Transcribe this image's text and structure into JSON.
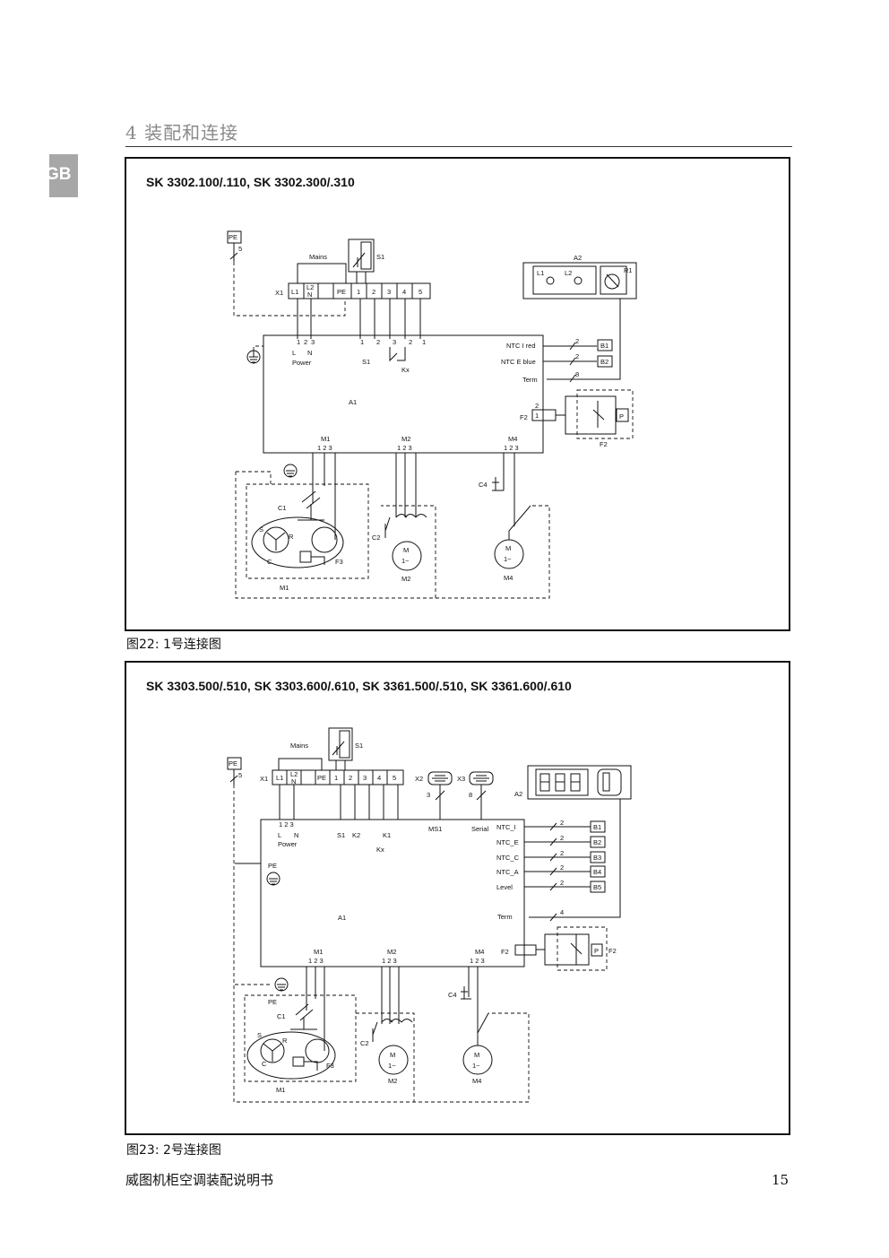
{
  "page": {
    "section_heading": "4   装配和连接",
    "language_tab": "GB",
    "footer_text": "威图机柜空调装配说明书",
    "page_number": "15"
  },
  "figure1": {
    "title": "SK 3302.100/.110, SK 3302.300/.310",
    "caption": "图22: 1号连接图",
    "labels": {
      "pe": "PE",
      "pe_num": "5",
      "mains": "Mains",
      "s1_top": "S1",
      "x1": "X1",
      "t_l1": "L1",
      "t_l2": "L2",
      "t_n": "N",
      "t_pe": "PE",
      "t1": "1",
      "t2": "2",
      "t3": "3",
      "t4": "4",
      "t5": "5",
      "a2": "A2",
      "r1": "R1",
      "a2_l1": "L1",
      "a2_l2": "L2",
      "p1": "1",
      "p2": "2",
      "p3": "3",
      "L": "L",
      "N": "N",
      "power": "Power",
      "s1_mid": "S1",
      "kx": "Kx",
      "ntc_i": "NTC I red",
      "ntc_e": "NTC E blue",
      "term": "Term",
      "b1": "B1",
      "b2": "B2",
      "wire2": "2",
      "wire8": "8",
      "a1": "A1",
      "f2_left": "F2",
      "f2_right": "F2",
      "p": "P",
      "m1": "M1",
      "m2": "M2",
      "m4": "M4",
      "c1": "C1",
      "c2": "C2",
      "c4": "C4",
      "s": "S",
      "r": "R",
      "c": "C",
      "f3": "F3",
      "m": "M",
      "one": "1~"
    }
  },
  "figure2": {
    "title": "SK 3303.500/.510, SK 3303.600/.610, SK 3361.500/.510, SK 3361.600/.610",
    "caption": "图23: 2号连接图",
    "labels": {
      "pe": "PE",
      "pe_num": "5",
      "mains": "Mains",
      "s1_top": "S1",
      "x1": "X1",
      "t_l1": "L1",
      "t_l2": "L2",
      "t_n": "N",
      "t_pe": "PE",
      "t1": "1",
      "t2": "2",
      "t3": "3",
      "t4": "4",
      "t5": "5",
      "x2": "X2",
      "x3": "X3",
      "x2_num": "3",
      "x3_num": "8",
      "a2": "A2",
      "ms1": "MS1",
      "serial": "Serial",
      "L": "L",
      "N": "N",
      "power": "Power",
      "s1_mid": "S1",
      "k2": "K2",
      "k1": "K1",
      "kx": "Kx",
      "ntc_i": "NTC_I",
      "ntc_e": "NTC_E",
      "ntc_c": "NTC_C",
      "ntc_a": "NTC_A",
      "level": "Level",
      "term": "Term",
      "b1": "B1",
      "b2": "B2",
      "b3": "B3",
      "b4": "B4",
      "b5": "B5",
      "wire2": "2",
      "wire4": "4",
      "pe_mid": "PE",
      "a1": "A1",
      "f2_left": "F2",
      "f2_right": "F2",
      "p": "P",
      "m1": "M1",
      "m2": "M2",
      "m4": "M4",
      "c1": "C1",
      "c2": "C2",
      "c4": "C4",
      "pe_low": "PE",
      "s": "S",
      "r": "R",
      "c": "C",
      "f3": "F3",
      "m": "M",
      "one": "1~"
    }
  }
}
